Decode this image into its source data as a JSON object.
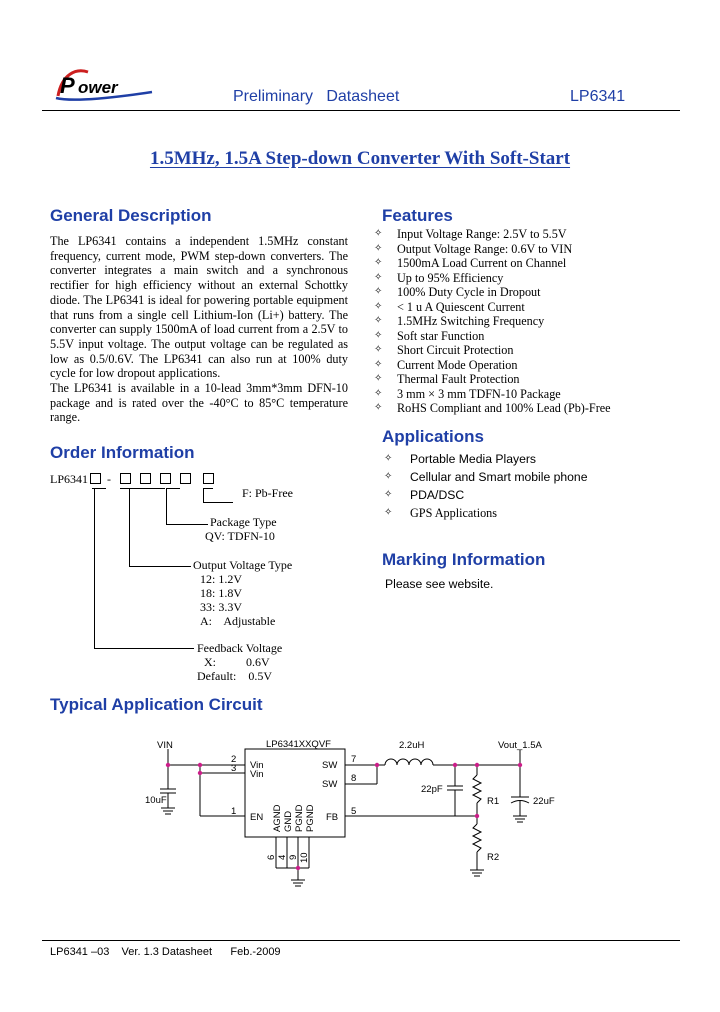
{
  "header": {
    "logo_text": "Power",
    "doc_type": "Preliminary   Datasheet",
    "part": "LP6341"
  },
  "title": "1.5MHz, 1.5A Step-down Converter With Soft-Start",
  "general_description": {
    "heading": "General Description",
    "paragraphs": [
      "The LP6341 contains a independent 1.5MHz constant frequency, current mode, PWM step-down converters. The converter integrates a main switch and a synchronous rectifier for high efficiency without an external Schottky diode. The LP6341 is ideal for powering portable equipment that runs from a single cell Lithium-Ion (Li+) battery. The converter can supply 1500mA of load current from a 2.5V to 5.5V input voltage. The output voltage can be regulated as low as 0.5/0.6V. The LP6341 can also run at 100% duty cycle for low dropout applications.",
      "The LP6341 is available in a 10-lead 3mm*3mm DFN-10 package and is rated over the -40°C to 85°C temperature range."
    ]
  },
  "order_information": {
    "heading": "Order Information",
    "part_prefix": "LP6341",
    "dash": "-",
    "fields": {
      "pbfree": "F: Pb-Free",
      "package_label": "Package Type",
      "package_value": "QV: TDFN-10",
      "output_label": "Output Voltage Type",
      "output_12": "12: 1.2V",
      "output_18": "18: 1.8V",
      "output_33": "33: 3.3V",
      "output_adj": "A:    Adjustable",
      "fb_label": "Feedback Voltage",
      "fb_x": "X:          0.6V",
      "fb_default": "Default:    0.5V"
    }
  },
  "features": {
    "heading": "Features",
    "bullet": "✧",
    "items": [
      "Input Voltage Range: 2.5V to 5.5V",
      "Output Voltage Range: 0.6V to VIN",
      "1500mA Load Current on Channel",
      "Up to 95% Efficiency",
      "100% Duty Cycle in Dropout",
      "< 1 u A Quiescent Current",
      "1.5MHz Switching Frequency",
      "Soft star Function",
      "Short Circuit Protection",
      "Current Mode Operation",
      "Thermal Fault Protection",
      "3 mm × 3 mm TDFN-10 Package",
      "RoHS Compliant and 100% Lead (Pb)-Free"
    ]
  },
  "applications": {
    "heading": "Applications",
    "items": [
      "Portable Media Players",
      "Cellular and Smart mobile phone",
      "PDA/DSC",
      "GPS Applications"
    ]
  },
  "marking": {
    "heading": "Marking Information",
    "text": "Please see website."
  },
  "typical_application": {
    "heading": "Typical Application Circuit",
    "labels": {
      "chip": "LP6341XXQVF",
      "vin": "VIN",
      "vin_pin": "Vin",
      "sw": "SW",
      "en": "EN",
      "fb": "FB",
      "agnd": "AGND",
      "gnd": "GND",
      "pgnd": "PGND",
      "inductor": "2.2uH",
      "vout": "Vout_1.5A",
      "c_in": "10uF",
      "c_ff": "22pF",
      "c_out": "22uF",
      "r1": "R1",
      "r2": "R2",
      "pin2": "2",
      "pin3": "3",
      "pin1": "1",
      "pin7": "7",
      "pin8": "8",
      "pin5": "5",
      "pin6": "6",
      "pin4": "4",
      "pin9": "9",
      "pin10": "10"
    }
  },
  "footer": "LP6341 –03    Ver. 1.3 Datasheet      Feb.-2009",
  "colors": {
    "heading_blue": "#1f3fa6",
    "logo_red": "#cc1f1f"
  }
}
